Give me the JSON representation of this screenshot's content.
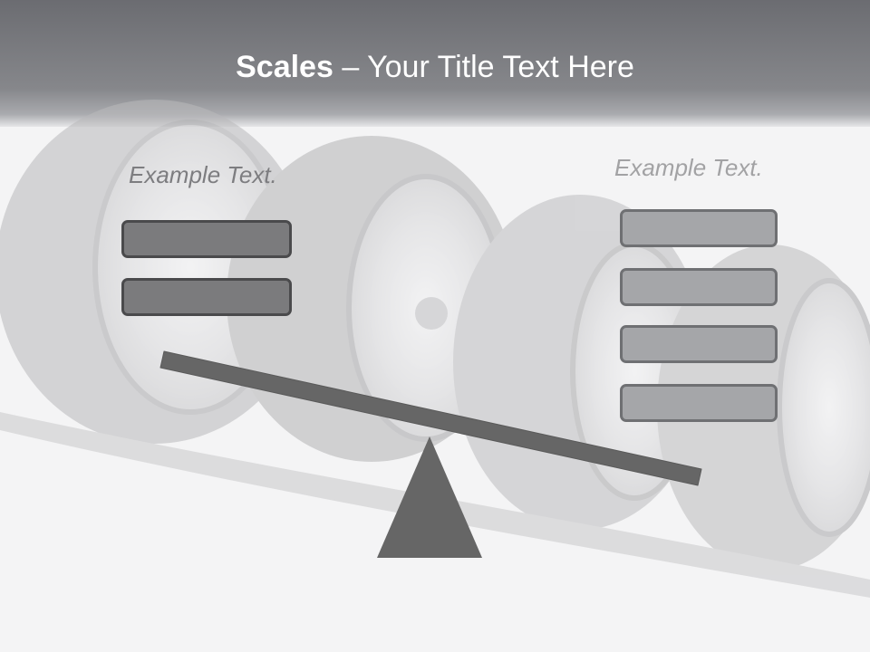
{
  "slide": {
    "title_bold": "Scales",
    "title_rest": " – Your Title Text Here",
    "left_label": "Example Text.",
    "right_label": "Example Text."
  },
  "left_boxes": [
    "",
    ""
  ],
  "right_boxes": [
    "",
    "",
    "",
    ""
  ],
  "colors": {
    "header": "#6b6c71",
    "beam": "#666666",
    "fulcrum": "#666666",
    "left_box_fill": "#7b7b7d",
    "right_box_fill": "#a5a6a9"
  },
  "background_image": "tires-icon"
}
